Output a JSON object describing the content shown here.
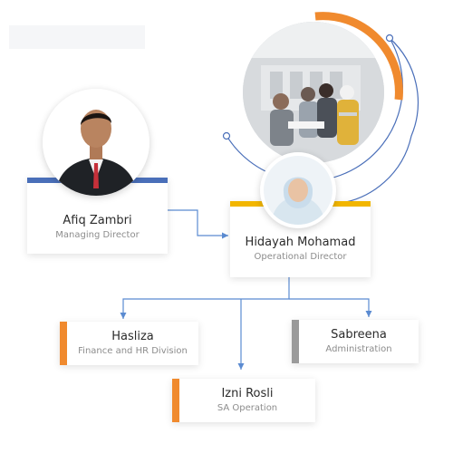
{
  "colors": {
    "accent_orange": "#f08a2e",
    "accent_blue": "#4a6fb9",
    "accent_yellow": "#f2b600",
    "accent_grey": "#9a9a9a",
    "connector_blue": "#5b8bd1"
  },
  "icons": {
    "team_photo": "team-photo",
    "afiq_portrait": "person-portrait",
    "hidayah_portrait": "person-portrait"
  },
  "people": {
    "afiq": {
      "name": "Afiq Zambri",
      "role": "Managing Director"
    },
    "hidayah": {
      "name": "Hidayah Mohamad",
      "role": "Operational Director"
    },
    "hasliza": {
      "name": "Hasliza",
      "role": "Finance and HR Division"
    },
    "sabreena": {
      "name": "Sabreena",
      "role": "Administration"
    },
    "izni": {
      "name": "Izni Rosli",
      "role": "SA Operation"
    }
  }
}
